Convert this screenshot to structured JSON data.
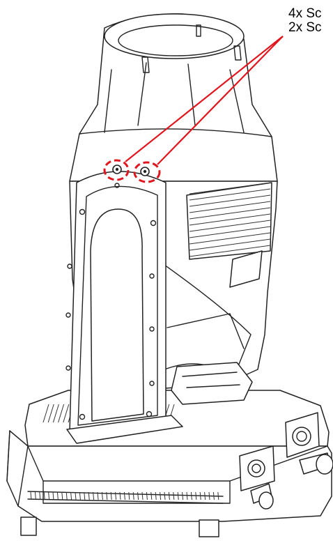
{
  "callout": {
    "line1": "4x Sc",
    "line2": "2x Sc",
    "accent_color": "#e0161e"
  },
  "figure": {
    "subject": "moving-head-light-fixture",
    "highlighted_items": [
      "screw",
      "screw"
    ]
  }
}
